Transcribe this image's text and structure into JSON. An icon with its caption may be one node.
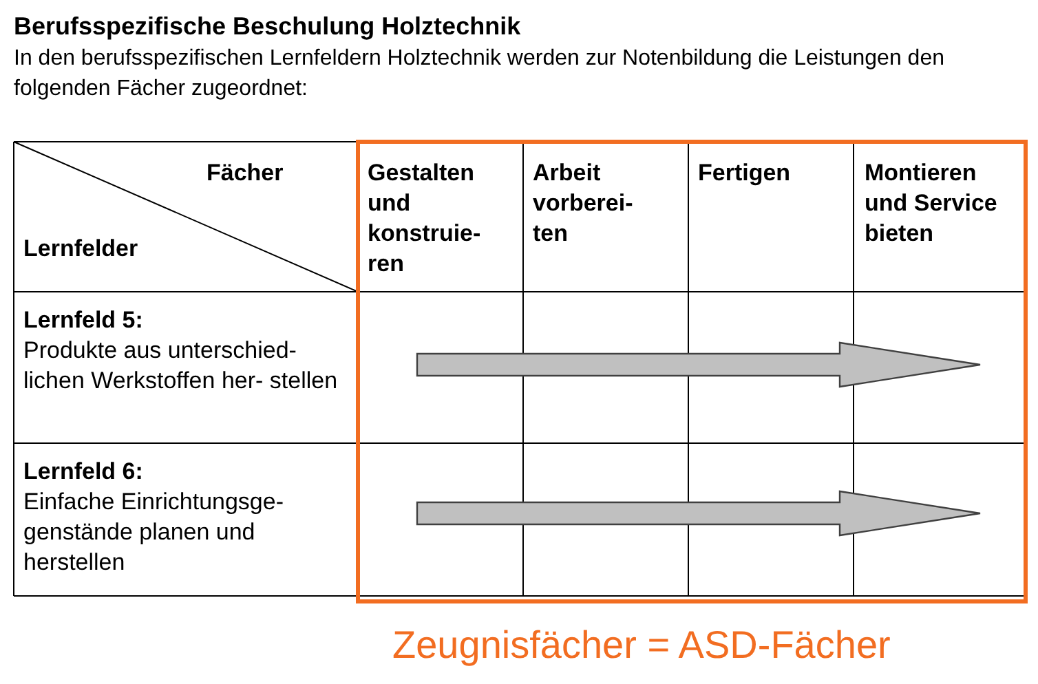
{
  "diagram": {
    "title": "Berufsspezifische Beschulung Holztechnik",
    "labels": [
      "In den berufsspezifischen Lernfeldern Holztechnik werden zur Notenbildung die Leistungen den folgenden Fächer zugeordnet:",
      "Fächer",
      "Lernfelder",
      "Gestalten und konstruie- ren",
      "Arbeit vorberei- ten",
      "Fertigen",
      "Montieren und Service bieten",
      "Lernfeld 5:",
      "Produkte aus unterschied- lichen Werkstoffen her- stellen",
      "Lernfeld 6:",
      "Einfache Einrichtungsge- genstände planen und herstellen",
      "Zeugnisfächer = ASD-Fächer"
    ]
  }
}
